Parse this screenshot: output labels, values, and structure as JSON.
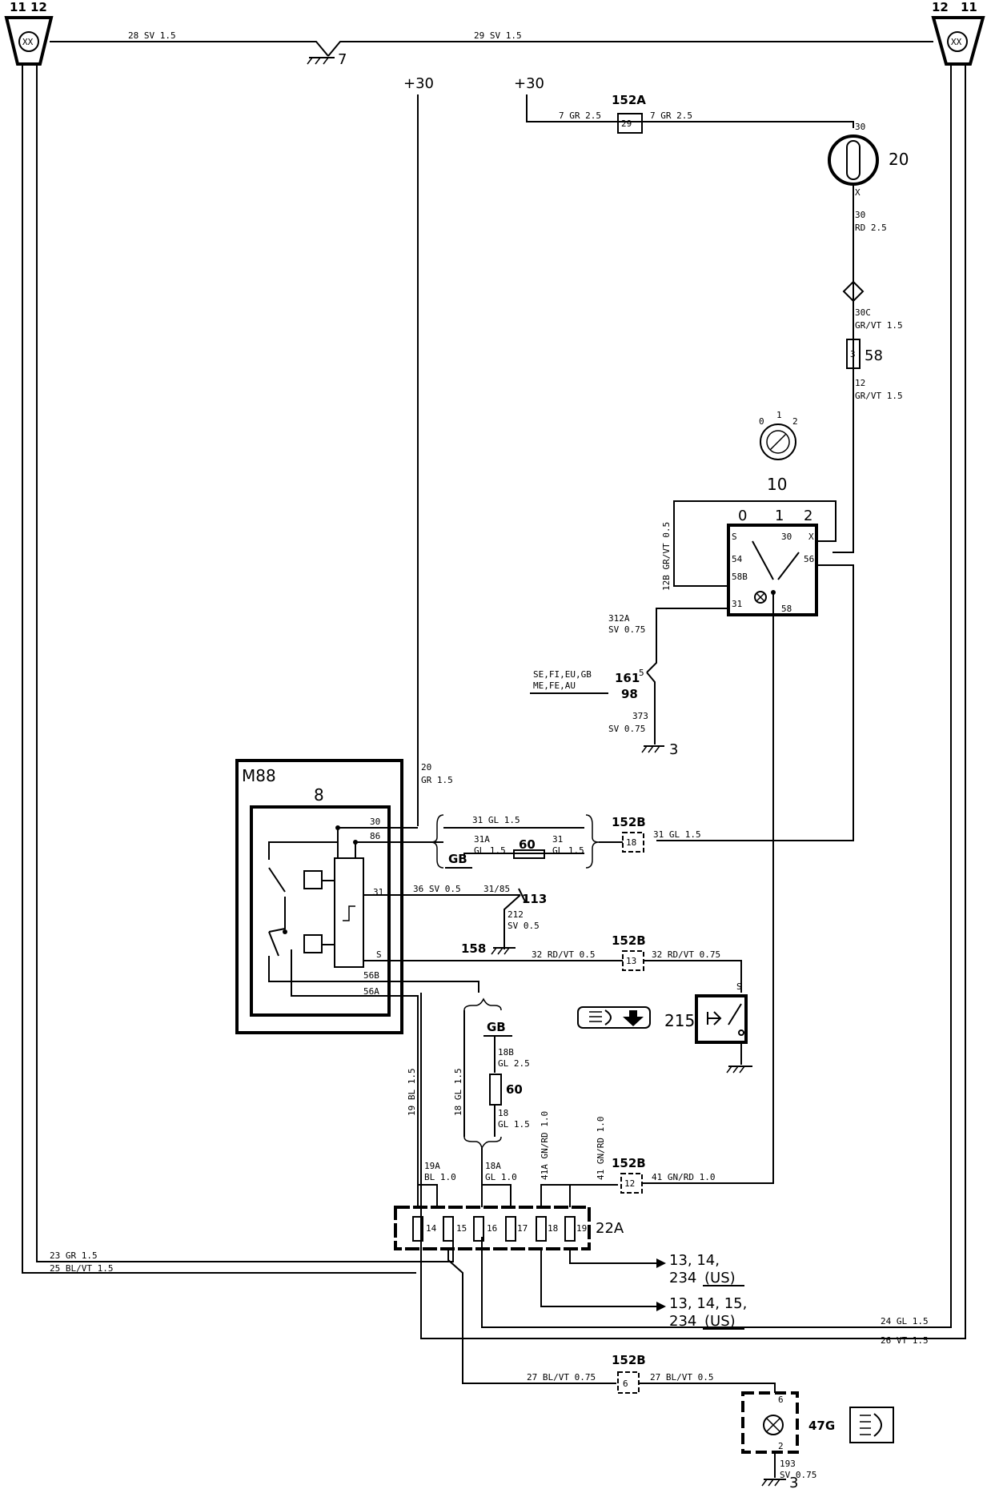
{
  "corner": {
    "left": {
      "a": "11",
      "b": "12"
    },
    "right": {
      "a": "12",
      "b": "11"
    },
    "lamp": "XX"
  },
  "wires": {
    "w28": "28 SV 1.5",
    "w29": "29 SV 1.5",
    "w7a": "7 GR 2.5",
    "w7b": "7 GR 2.5",
    "w30a": "30",
    "w30b": "RD 2.5",
    "w30c1": "30C",
    "w30c2": "GR/VT 1.5",
    "w12a": "12",
    "w12b": "GR/VT 1.5",
    "w12B": "12B GR/VT 0.5",
    "w312a": "312A",
    "w312b": "SV 0.75",
    "w373a": "373",
    "w373b": "SV 0.75",
    "w20a": "20",
    "w20b": "GR 1.5",
    "w31top": "31 GL 1.5",
    "w31a1": "31A",
    "w31a2": "GL 1.5",
    "w31b1": "31",
    "w31b2": "GL 1.5",
    "w31r": "31 GL 1.5",
    "w36": "36 SV 0.5",
    "w31_85": "31/85",
    "w212a": "212",
    "w212b": "SV 0.5",
    "w32a": "32 RD/VT 0.5",
    "w32b": "32 RD/VT 0.75",
    "w18Ba": "18B",
    "w18Bb": "GL 2.5",
    "w18a": "18",
    "w18b": "GL 1.5",
    "w18gl": "18 GL 1.5",
    "w19bl": "19 BL 1.5",
    "w19Aa": "19A",
    "w19Ab": "BL 1.0",
    "w18Aa": "18A",
    "w18Ab": "GL 1.0",
    "w41A": "41A GN/RD 1.0",
    "w41": "41 GN/RD 1.0",
    "w41r": "41 GN/RD 1.0",
    "w23": "23 GR 1.5",
    "w25": "25 BL/VT 1.5",
    "w24": "24 GL 1.5",
    "w26": "26 VT 1.5",
    "w27a": "27 BL/VT 0.75",
    "w27b": "27 BL/VT 0.5",
    "w193a": "193",
    "w193b": "SV 0.75"
  },
  "components": {
    "plus30a": "+30",
    "plus30b": "+30",
    "c152A": "152A",
    "c152A_pin": "29",
    "c20": "20",
    "c20_30": "30",
    "c20_x": "X",
    "c58": "58",
    "c58_pin": "3",
    "c10": "10",
    "sw_pos": {
      "p0": "0",
      "p1": "1",
      "p2": "2"
    },
    "knob": {
      "k0": "0",
      "k1": "1",
      "k2": "2"
    },
    "sw_pins": {
      "s": "S",
      "p30": "30",
      "x": "X",
      "p54": "54",
      "p56": "56",
      "p58B": "58B",
      "p31": "31",
      "p58": "58"
    },
    "c161": "161",
    "c161_pin": "5",
    "c98": "98",
    "markets1": "SE,FI,EU,GB",
    "markets2": "ME,FE,AU",
    "g3a": "3",
    "m88": "M88",
    "c8": "8",
    "relay_pins": {
      "p30": "30",
      "p86": "86",
      "p31": "31",
      "ps": "S",
      "p56B": "56B",
      "p56A": "56A"
    },
    "gb1": "GB",
    "gb2": "GB",
    "c60a": "60",
    "c60b": "60",
    "c152B1": "152B",
    "c152B1_pin": "18",
    "c152B2": "152B",
    "c152B2_pin": "13",
    "c152B3": "152B",
    "c152B3_pin": "12",
    "c152B4": "152B",
    "c152B4_pin": "6",
    "c113": "113",
    "c158": "158",
    "c215": "215",
    "c215_s": "S",
    "c22A": "22A",
    "fuses": [
      "14",
      "15",
      "16",
      "17",
      "18",
      "19"
    ],
    "ref1a": "13, 14,",
    "ref1b": "234",
    "ref1c": "(US)",
    "ref2a": "13, 14, 15,",
    "ref2b": "234",
    "ref2c": "(US)",
    "c47G": "47G",
    "c47G_6": "6",
    "c47G_2": "2",
    "g3b": "3"
  }
}
